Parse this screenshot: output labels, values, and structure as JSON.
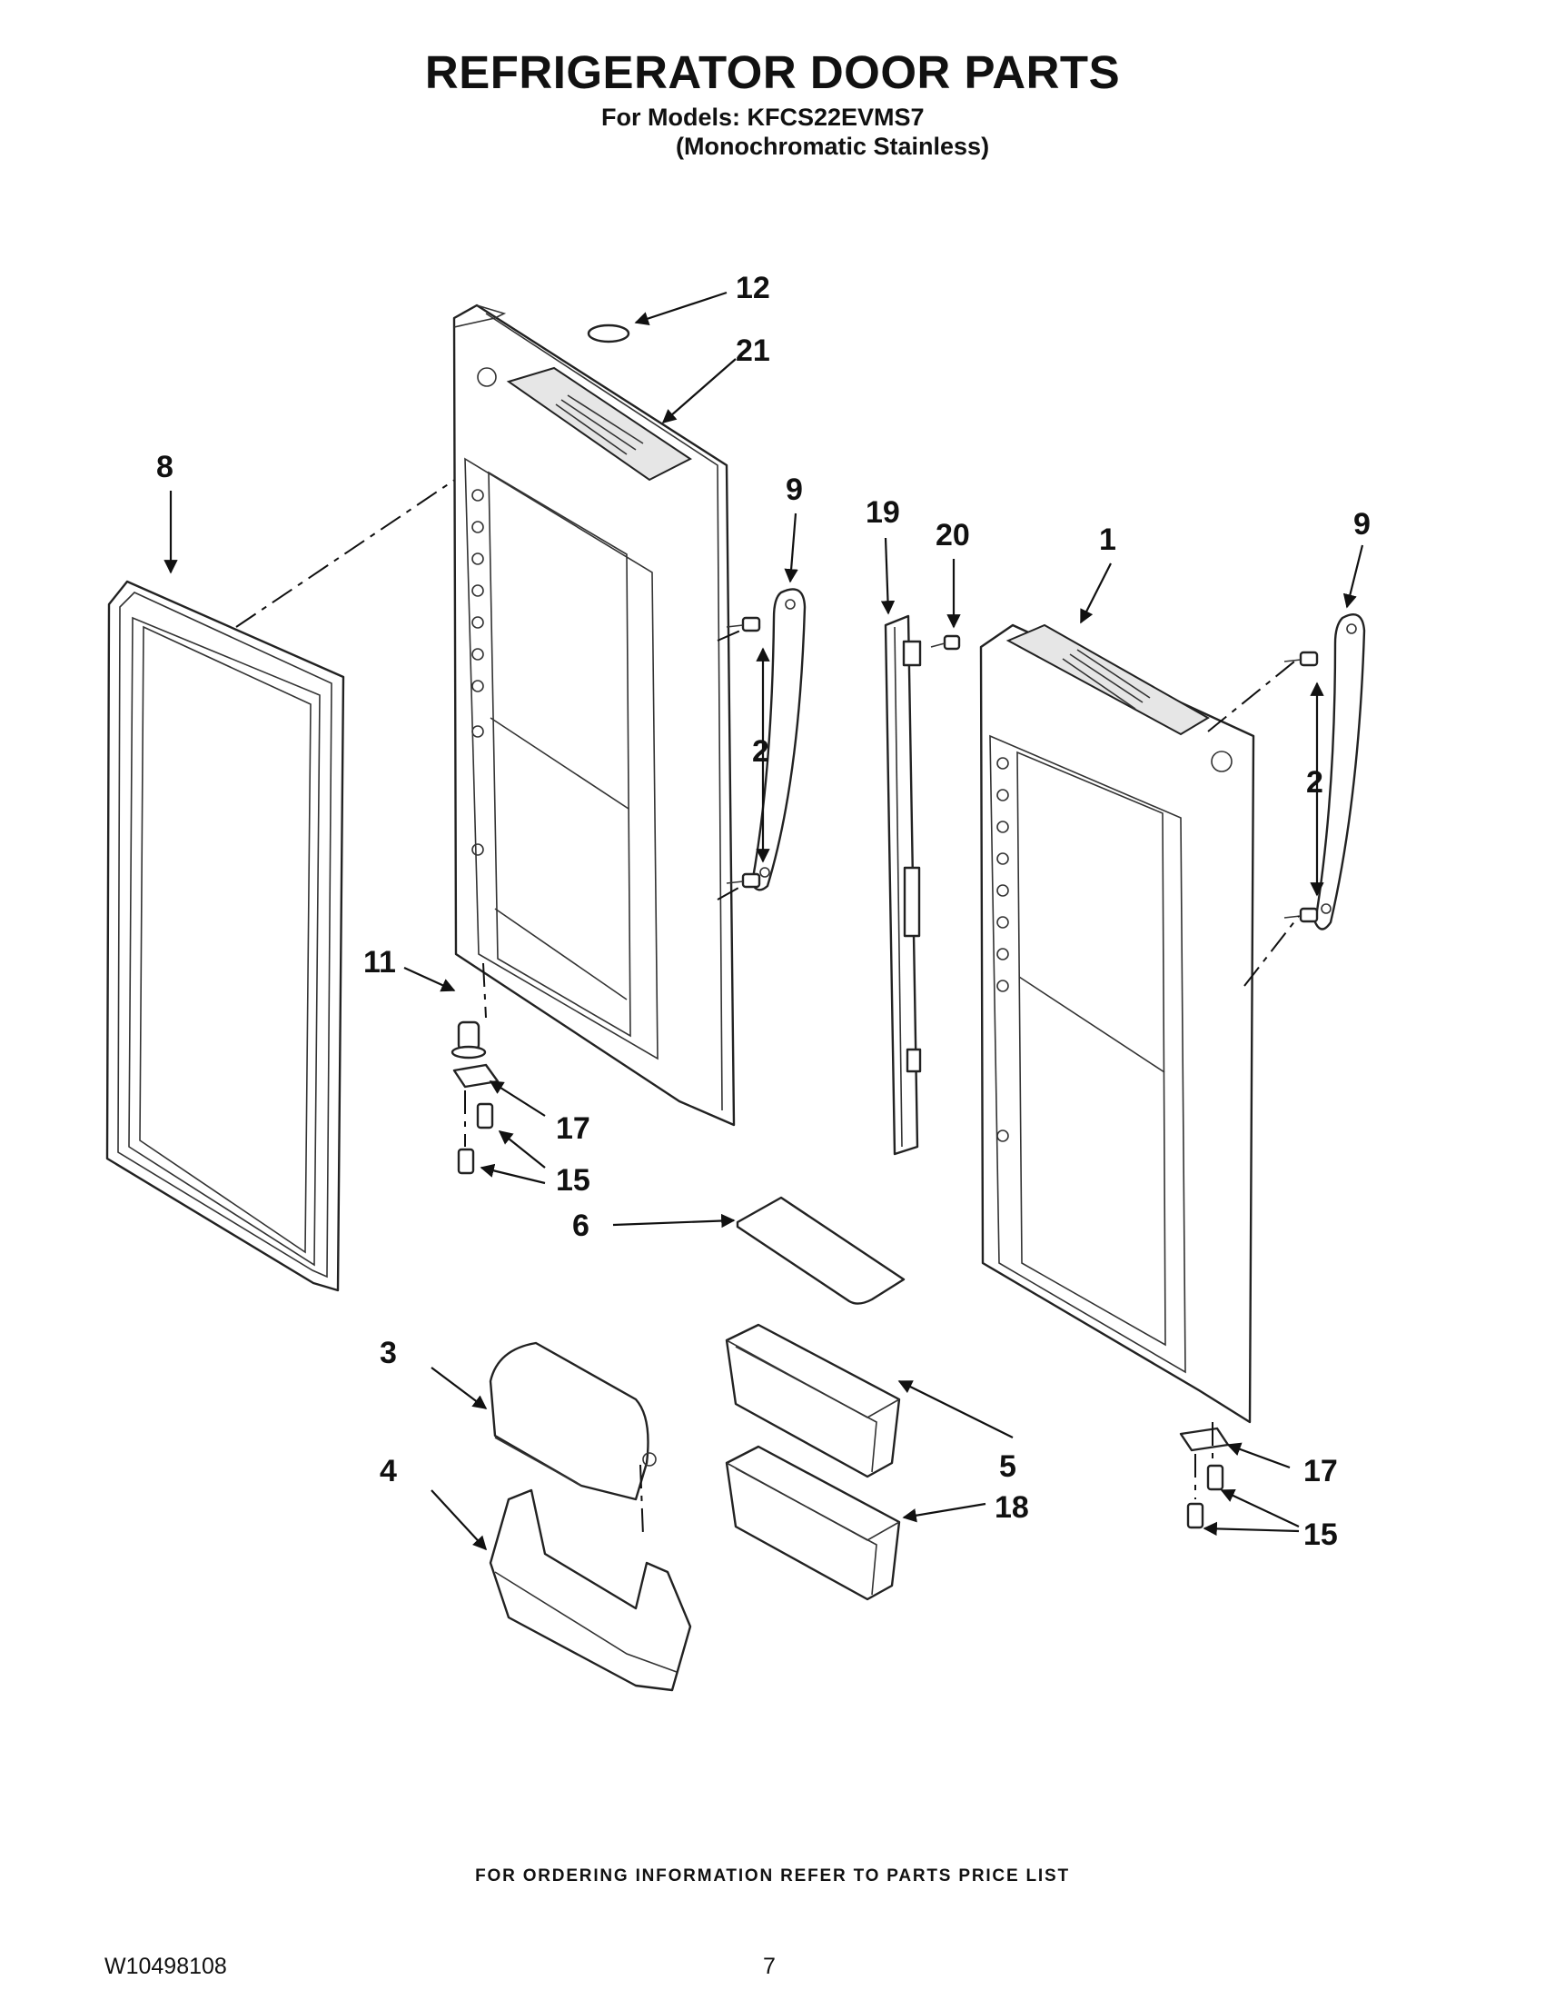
{
  "header": {
    "title": "REFRIGERATOR DOOR PARTS",
    "models_line": "For Models: KFCS22EVMS7",
    "variant_line": "(Monochromatic Stainless)"
  },
  "callouts": {
    "c1": "1",
    "c2a": "2",
    "c2b": "2",
    "c3": "3",
    "c4": "4",
    "c5": "5",
    "c6": "6",
    "c8": "8",
    "c9a": "9",
    "c9b": "9",
    "c11": "11",
    "c12": "12",
    "c15a": "15",
    "c15b": "15",
    "c17a": "17",
    "c17b": "17",
    "c18": "18",
    "c19": "19",
    "c20": "20",
    "c21": "21"
  },
  "footer": {
    "ordering_info": "FOR ORDERING INFORMATION REFER TO PARTS PRICE LIST",
    "document_number": "W10498108",
    "page_number": "7"
  }
}
